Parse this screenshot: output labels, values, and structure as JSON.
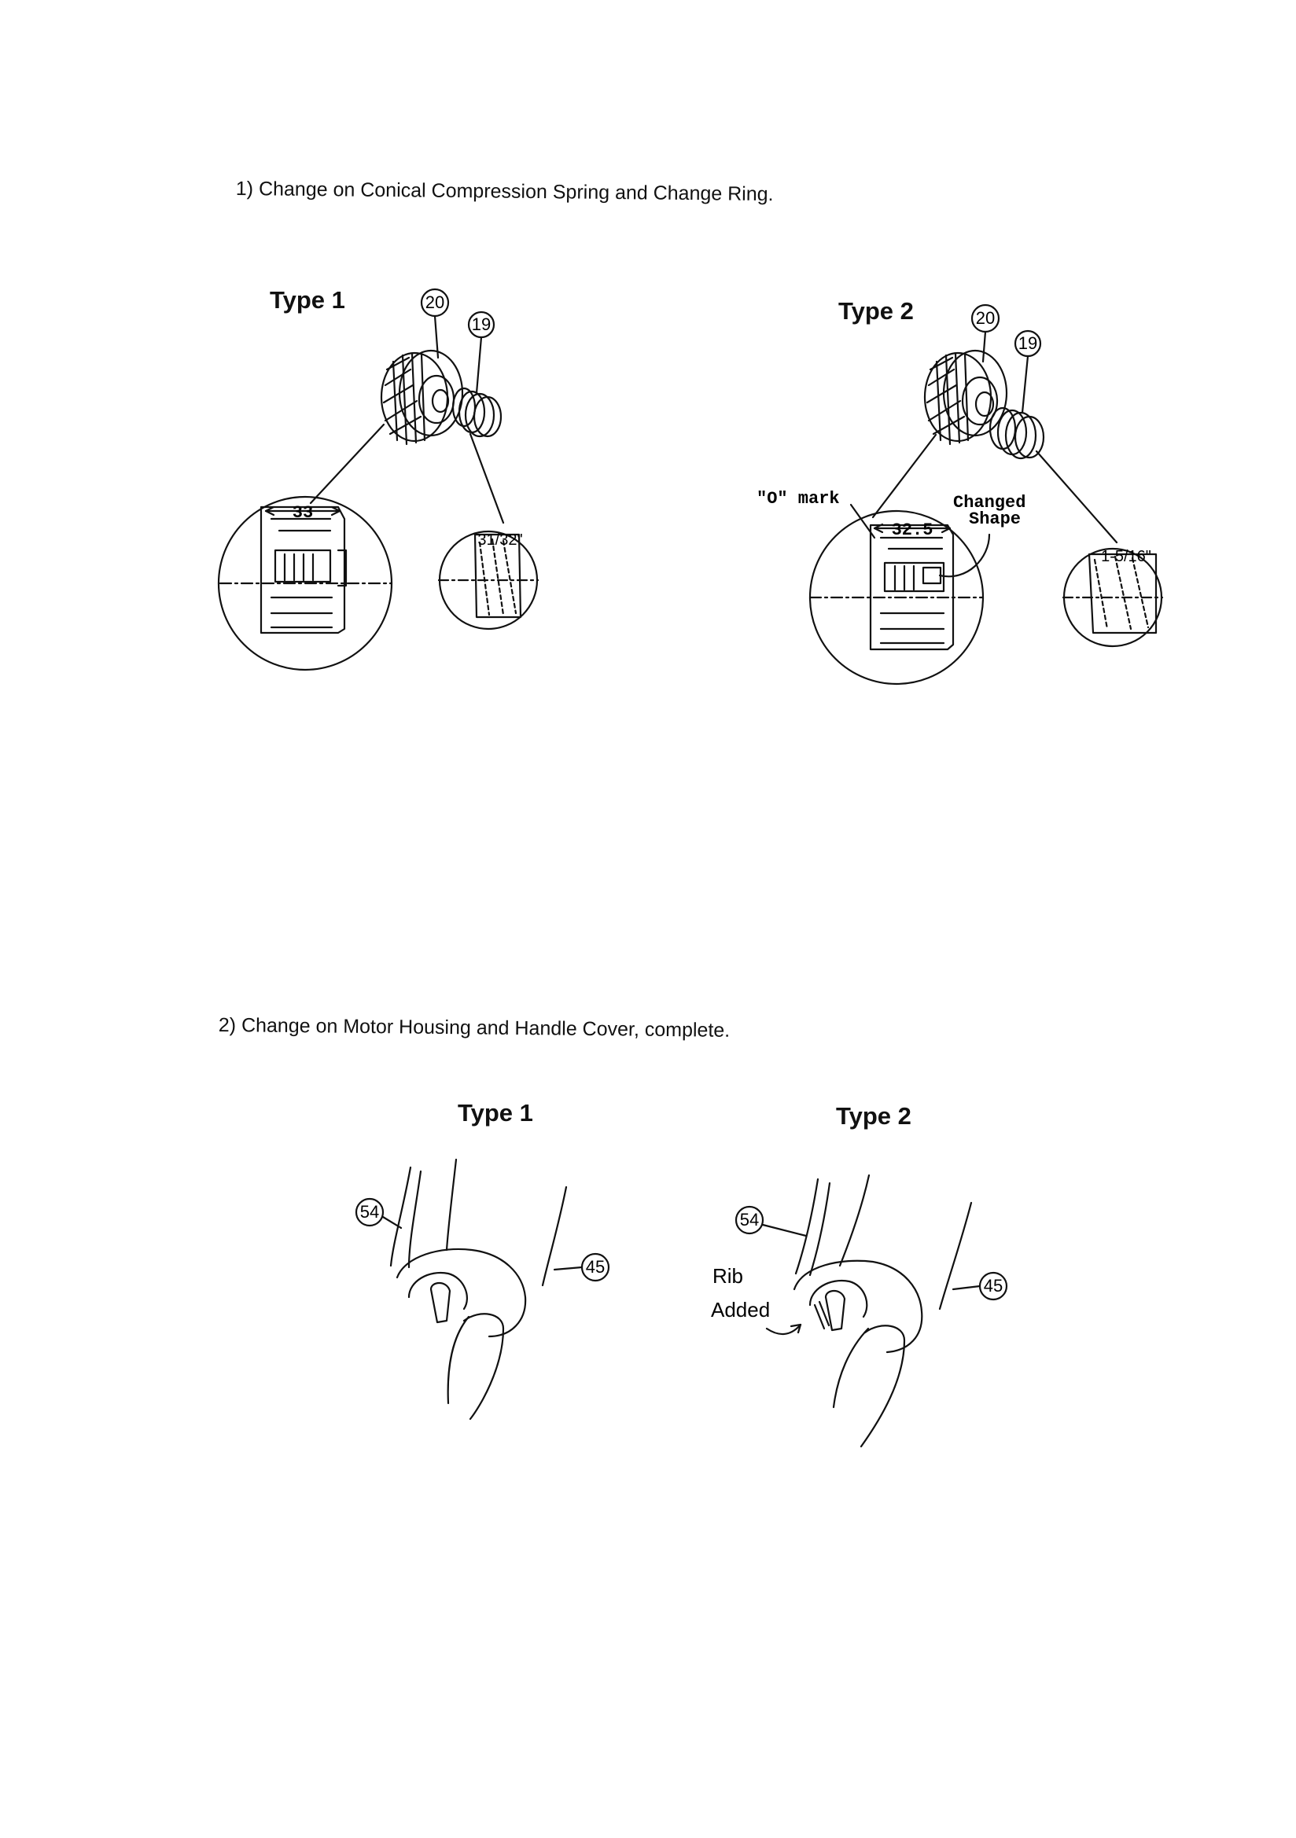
{
  "section1": {
    "caption": "1)  Change on Conical Compression Spring and Change Ring.",
    "type1": {
      "label": "Type 1",
      "ring_callout": "20",
      "spring_callout": "19",
      "ring_dimension": "33",
      "spring_dimension": "31/32\""
    },
    "type2": {
      "label": "Type 2",
      "ring_callout": "20",
      "spring_callout": "19",
      "ring_dimension": "32.5",
      "spring_dimension": "1-5/16\"",
      "zero_mark_note": "\"O\" mark",
      "changed_note_line1": "Changed",
      "changed_note_line2": "Shape"
    }
  },
  "section2": {
    "caption": "2)  Change on Motor Housing and Handle Cover, complete.",
    "type1": {
      "label": "Type 1",
      "handle_callout": "54",
      "housing_callout": "45"
    },
    "type2": {
      "label": "Type 2",
      "handle_callout": "54",
      "housing_callout": "45",
      "rib_note_line1": "Rib",
      "rib_note_line2": "Added"
    }
  }
}
